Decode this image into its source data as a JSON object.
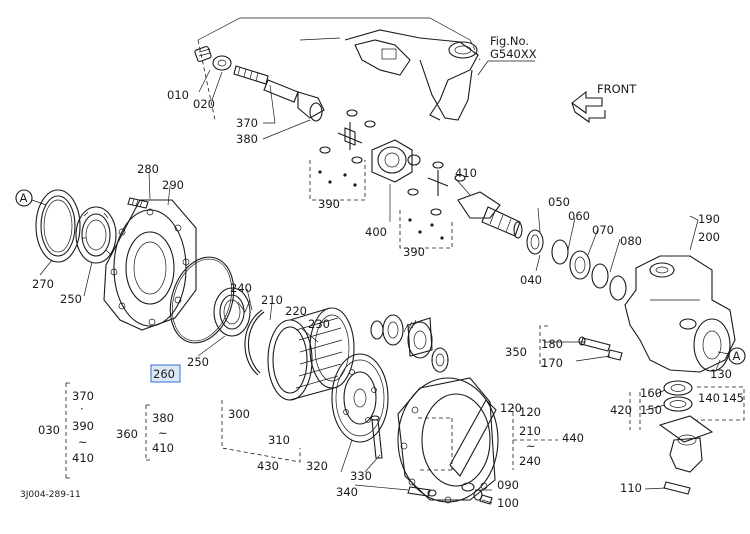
{
  "figure": {
    "fig_no_label": "Fig.No.",
    "fig_no_value": "G540XX",
    "front_label": "FRONT",
    "drawing_code": "3J004-289-11",
    "circle_marker": "A",
    "selected_label": "260"
  },
  "parts": {
    "p010": "010",
    "p020": "020",
    "p030": "030",
    "p040": "040",
    "p050": "050",
    "p060": "060",
    "p070": "070",
    "p080": "080",
    "p090": "090",
    "p100": "100",
    "p110": "110",
    "p120": "120",
    "p130": "130",
    "p140": "140",
    "p145": "145",
    "p150": "150",
    "p160": "160",
    "p170": "170",
    "p180": "180",
    "p190": "190",
    "p200": "200",
    "p210": "210",
    "p220": "220",
    "p230": "230",
    "p240": "240",
    "p250": "250",
    "p260": "260",
    "p270": "270",
    "p280": "280",
    "p290": "290",
    "p300": "300",
    "p310": "310",
    "p320": "320",
    "p330": "330",
    "p340": "340",
    "p350": "350",
    "p360": "360",
    "p370": "370",
    "p380": "380",
    "p390": "390",
    "p400": "400",
    "p410": "410",
    "p420": "420",
    "p430": "430",
    "p440": "440"
  },
  "ranges": {
    "r030_a": "370",
    "r030_b": "390",
    "r030_c": "410",
    "r360_a": "380",
    "r360_b": "410",
    "r440_a": "120",
    "r440_b": "210",
    "r440_c": "240",
    "tilde": "~",
    "dot": "·"
  }
}
